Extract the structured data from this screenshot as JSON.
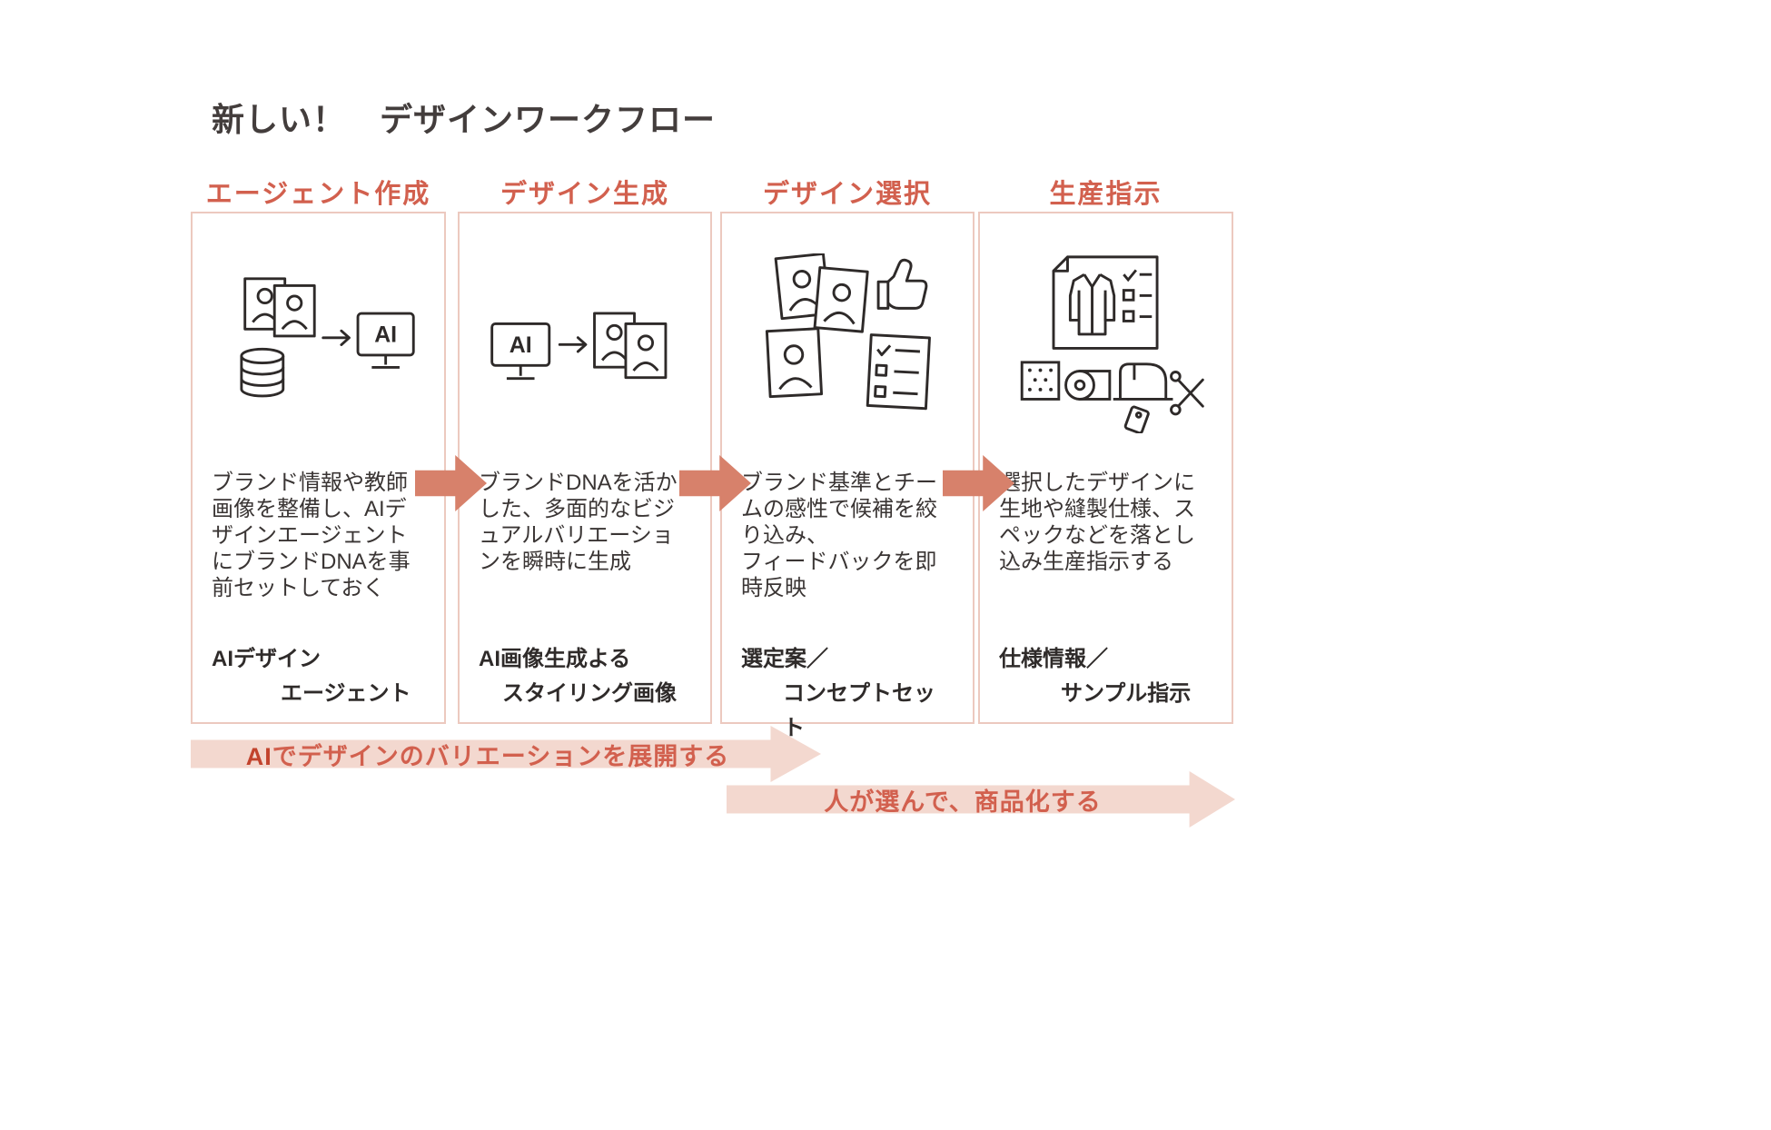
{
  "title": "新しい！　デザインワークフロー",
  "ai_label": "AI",
  "columns": [
    {
      "header": "エージェント作成",
      "body": "ブランド情報や教師画像を整備し、AIデザインエージェントにブランドDNAを事前セットしておく",
      "label_line1": "AIデザイン",
      "label_line2": "エージェント"
    },
    {
      "header": "デザイン生成",
      "body": "ブランドDNAを活かした、多面的なビジュアルバリエーションを瞬時に生成",
      "label_line1": "AI画像生成よる",
      "label_line2": "スタイリング画像"
    },
    {
      "header": "デザイン選択",
      "body": "ブランド基準とチームの感性で候補を絞り込み、\nフィードバックを即時反映",
      "label_line1": "選定案／",
      "label_line2": "コンセプトセット"
    },
    {
      "header": "生産指示",
      "body": "選択したデザインに生地や縫製仕様、スペックなどを落とし込み生産指示する",
      "label_line1": "仕様情報／",
      "label_line2": "サンプル指示"
    }
  ],
  "bands": [
    {
      "highlight": "AI",
      "text": "でデザインのバリエーションを展開する"
    },
    {
      "text": "人が選んで、商品化する"
    }
  ],
  "colors": {
    "accent": "#d2604e",
    "highlight_red": "#c2432d",
    "box_border": "#ecc9bf",
    "flow_arrow": "#d7816b",
    "band_fill": "#f3d8cf",
    "body_text": "#3a3534"
  }
}
